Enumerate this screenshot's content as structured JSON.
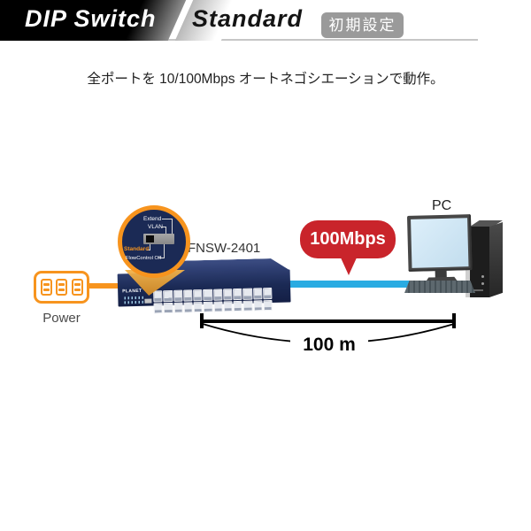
{
  "header": {
    "title": "DIP Switch",
    "mode": "Standard",
    "badge": "初期設定"
  },
  "description": "全ポートを 10/100Mbps オートネゴシエーションで動作。",
  "diagram": {
    "power": {
      "label": "Power"
    },
    "switch": {
      "model": "FNSW-2401",
      "brand": "PLANET",
      "ports": 24
    },
    "magnifier": {
      "extend": "Extend",
      "vlan": "VLAN",
      "standard": "Standard",
      "flowcontrol": "FlowControl Off"
    },
    "speed": "100Mbps",
    "pc": {
      "label": "PC"
    },
    "distance": "100 m"
  },
  "colors": {
    "orange": "#F7941E",
    "navy": "#1B2A55",
    "red": "#C9242B",
    "cable_blue": "#29ABE2",
    "badge_gray": "#9A9A9A"
  }
}
